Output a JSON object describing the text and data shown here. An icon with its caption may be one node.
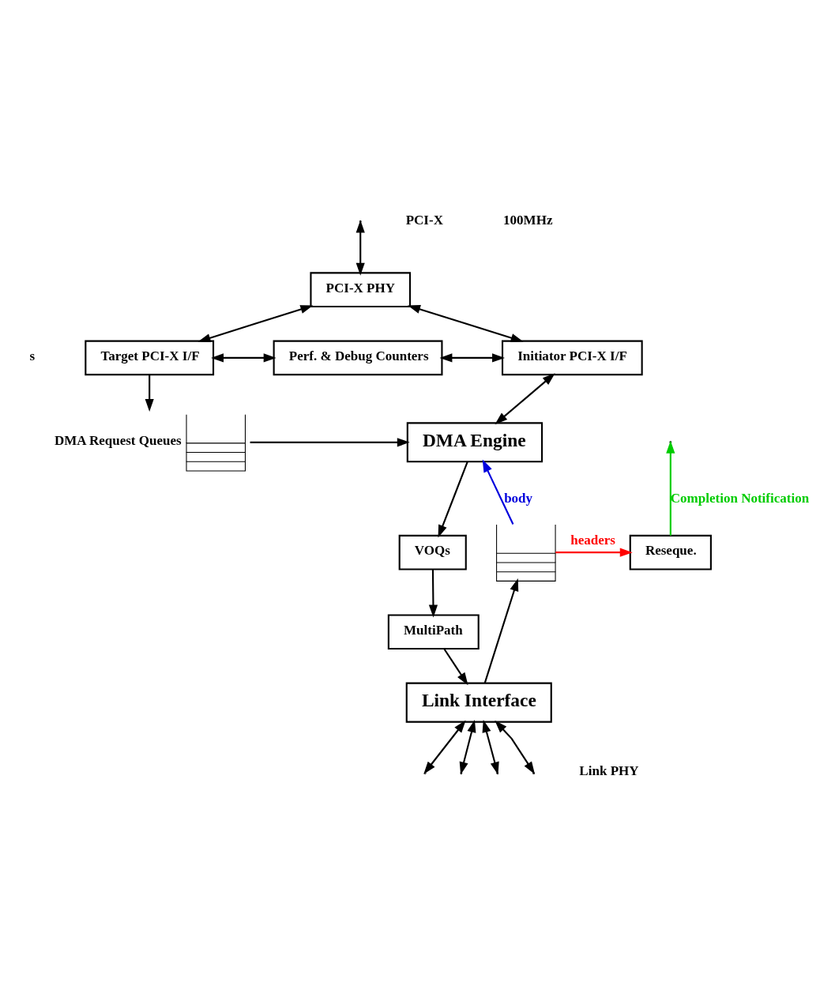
{
  "diagram": {
    "nodes": [
      {
        "text": [
          "PCI-X PHY"
        ]
      },
      {
        "text": [
          "Target PCI-X I/F"
        ]
      },
      {
        "text": [
          "Perf. & Debug Counters"
        ]
      },
      {
        "text": [
          "Initiator PCI-X I/F"
        ]
      },
      {
        "text": [
          "DMA Request Queues"
        ]
      },
      {
        "text": [
          "DMA Engine"
        ]
      },
      {
        "text": [
          "VOQs"
        ]
      },
      {
        "text": [
          "MultiPath"
        ]
      },
      {
        "text": [],
        "shape": "queue"
      },
      {
        "text": [
          "Reseque."
        ]
      },
      {
        "text": [
          "Link Interface"
        ]
      }
    ],
    "edges": [
      {
        "from": null,
        "to": 0,
        "arrow": "both"
      },
      {
        "from": 0,
        "to": 1,
        "arrow": "both"
      },
      {
        "from": 0,
        "to": 3,
        "arrow": "both"
      },
      {
        "from": 1,
        "to": 2,
        "arrow": "both"
      },
      {
        "from": 2,
        "to": 3,
        "arrow": "both"
      },
      {
        "from": 1,
        "to": 4,
        "arrow": "to"
      },
      {
        "from": 4,
        "to": 5,
        "arrow": "to"
      },
      {
        "from": 3,
        "to": 5,
        "arrow": "both"
      },
      {
        "from": 5,
        "to": 6,
        "arrow": "to"
      },
      {
        "from": 6,
        "to": 7,
        "arrow": "to"
      },
      {
        "from": 7,
        "to": 10,
        "arrow": "to"
      },
      {
        "from": 10,
        "to": 8,
        "arrow": "to"
      },
      {
        "from": 8,
        "to": 5,
        "arrow": "to",
        "label": "body",
        "color": "#0000dd"
      },
      {
        "from": 8,
        "to": 9,
        "arrow": "to",
        "label": "headers",
        "color": "#ff0000"
      },
      {
        "from": 9,
        "to": null,
        "arrow": "to",
        "label": "Completion Notification",
        "color": "#00cc00"
      },
      {
        "from": 10,
        "to": null,
        "arrow": "both"
      },
      {
        "from": 10,
        "to": null,
        "arrow": "both"
      },
      {
        "from": 10,
        "to": null,
        "arrow": "both"
      },
      {
        "from": 10,
        "to": null,
        "arrow": "both"
      }
    ],
    "labels": [
      "s",
      "PCI-X",
      "100MHz",
      "Link PHY"
    ]
  }
}
